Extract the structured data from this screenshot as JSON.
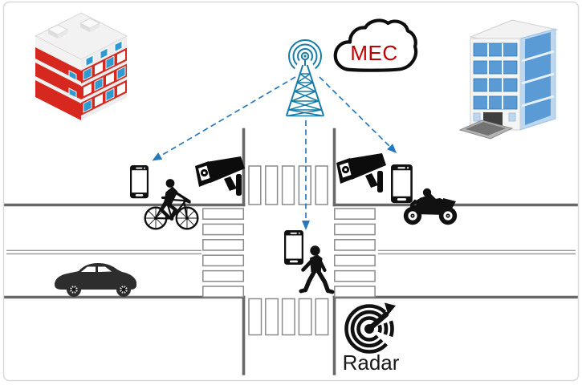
{
  "diagram": {
    "type": "smart-intersection-mec-diagram",
    "labels": {
      "mec": "MEC",
      "radar": "Radar"
    },
    "colors": {
      "tower": "#177CA8",
      "arrow": "#2878BE",
      "mec_text": "#C00000",
      "cloud_outline": "#0d0d0d",
      "road_edge": "#686868",
      "center_line": "#9a9a9a",
      "crosswalk_stroke": "#8a8a8a",
      "silhouette": "#111111",
      "building_red": "#d6281e",
      "building_blue": "#5b9bd5",
      "window_blue": "#2f9ad0",
      "border": "#d9d9d9"
    },
    "nodes": [
      {
        "id": "mec-cloud",
        "type": "cloud",
        "label": "MEC"
      },
      {
        "id": "base-station-tower",
        "type": "antenna-tower"
      },
      {
        "id": "residential-building",
        "type": "building-red-isometric"
      },
      {
        "id": "office-building",
        "type": "building-blue-glass"
      },
      {
        "id": "camera-west",
        "type": "cctv-camera"
      },
      {
        "id": "camera-east",
        "type": "cctv-camera"
      },
      {
        "id": "phone-cyclist",
        "type": "smartphone"
      },
      {
        "id": "phone-pedestrian",
        "type": "smartphone"
      },
      {
        "id": "phone-motorcyclist",
        "type": "smartphone"
      },
      {
        "id": "cyclist",
        "type": "road-user-bicycle"
      },
      {
        "id": "motorcyclist",
        "type": "road-user-motorcycle"
      },
      {
        "id": "pedestrian",
        "type": "road-user-walking"
      },
      {
        "id": "car",
        "type": "road-user-car"
      },
      {
        "id": "radar-sensor",
        "type": "radar",
        "label": "Radar"
      }
    ],
    "links": [
      {
        "from": "base-station-tower",
        "to": "phone-cyclist",
        "style": "dashed-arrow"
      },
      {
        "from": "base-station-tower",
        "to": "phone-pedestrian",
        "style": "dashed-arrow"
      },
      {
        "from": "base-station-tower",
        "to": "phone-motorcyclist",
        "style": "dashed-arrow"
      }
    ],
    "crosswalks": {
      "north_bars": 5,
      "south_bars": 5,
      "west_bars": 6,
      "east_bars": 6
    }
  }
}
